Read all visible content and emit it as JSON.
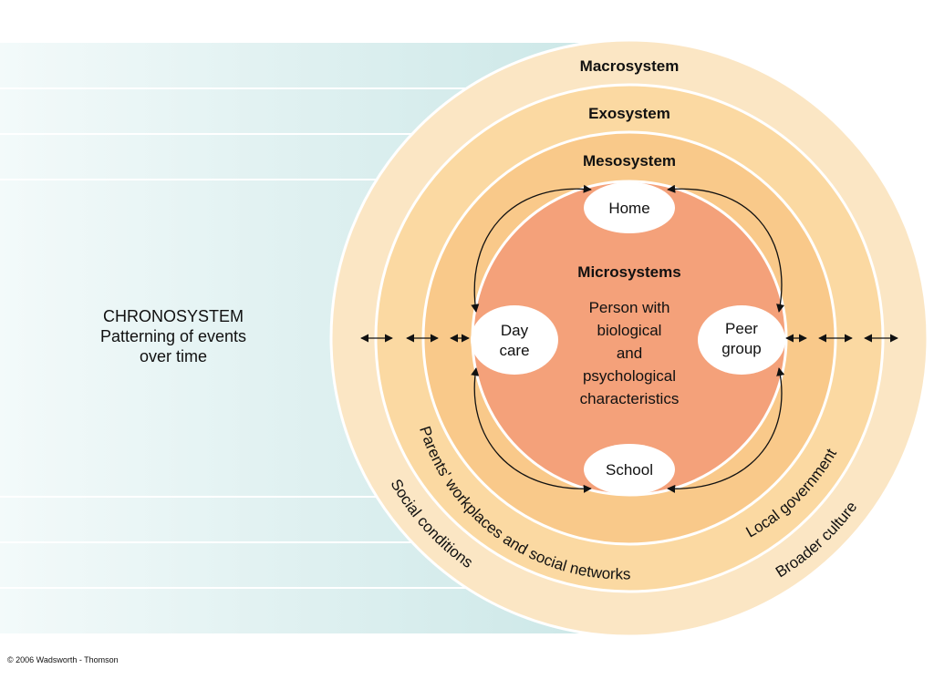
{
  "colors": {
    "band_light": "#eaf6f6",
    "band_mid": "#cde8e8",
    "band_line": "#ffffff",
    "macro": "#fbe6c4",
    "exo": "#fbd9a2",
    "meso": "#f9c98a",
    "micro": "#f4a17a",
    "node": "#ffffff",
    "arrow": "#111111"
  },
  "chronosystem": {
    "title": "CHRONOSYSTEM",
    "line1": "Patterning of events",
    "line2": "over time"
  },
  "rings": {
    "macrosystem": "Macrosystem",
    "exosystem": "Exosystem",
    "mesosystem": "Mesosystem",
    "microsystems": "Microsystems"
  },
  "center_text": [
    "Person with",
    "biological",
    "and",
    "psychological",
    "characteristics"
  ],
  "nodes": {
    "home": "Home",
    "daycare_line1": "Day",
    "daycare_line2": "care",
    "peer_line1": "Peer",
    "peer_line2": "group",
    "school": "School"
  },
  "arc_labels": {
    "workplaces": "Parents' workplaces and social networks",
    "social": "Social conditions",
    "local": "Local government",
    "broader": "Broader culture"
  },
  "copyright": "© 2006 Wadsworth - Thomson"
}
